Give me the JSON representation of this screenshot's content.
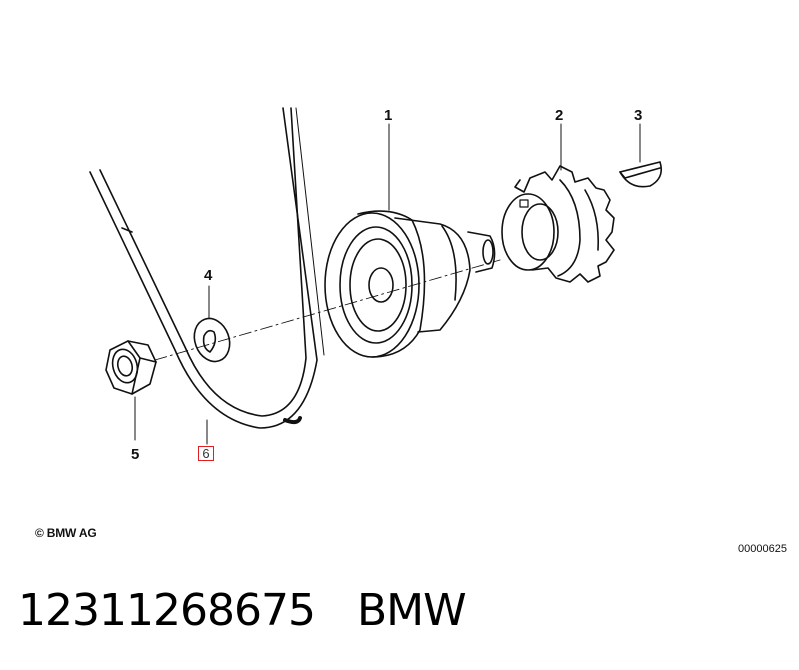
{
  "callouts": {
    "one": "1",
    "two": "2",
    "three": "3",
    "four": "4",
    "five": "5",
    "six": "6"
  },
  "copyright": "© BMW AG",
  "image_code": "00000625",
  "caption": {
    "part_number": "12311268675",
    "brand": "BMW"
  },
  "colors": {
    "line": "#111111",
    "highlight": "#e02020"
  }
}
